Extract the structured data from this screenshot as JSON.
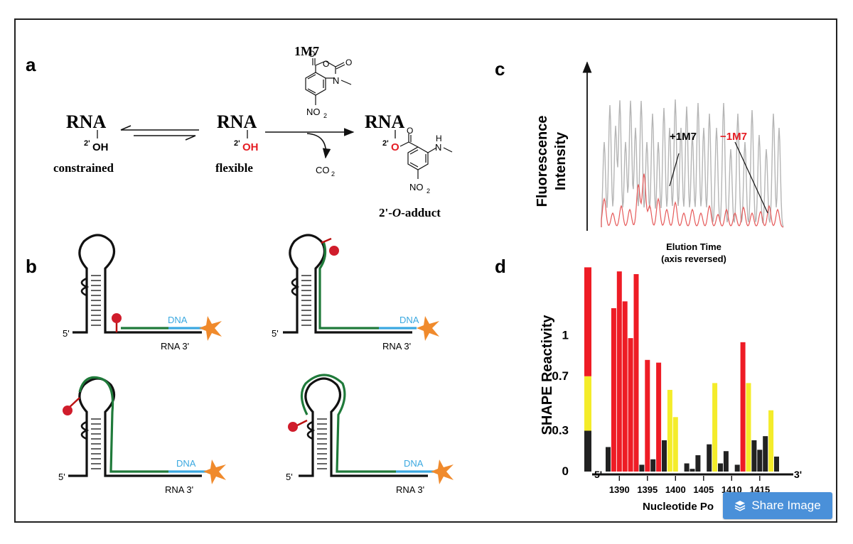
{
  "panels": {
    "a": {
      "label": "a",
      "reagent": "1M7",
      "rna": "RNA",
      "oh_super": "2'",
      "oh": "OH",
      "o_super": "2'",
      "o": "O",
      "constrained": "constrained",
      "flexible": "flexible",
      "co2": "CO",
      "co2_sub": "2",
      "no2": "NO",
      "no2_sub": "2",
      "nh": "N",
      "h": "H",
      "n_methyl": "N",
      "adduct_pre": "2'-",
      "adduct_italic": "O",
      "adduct_post": "-adduct"
    },
    "b": {
      "label": "b",
      "dna": "DNA",
      "five_prime": "5'",
      "rna_3": "RNA  3'"
    },
    "c": {
      "label": "c",
      "ylabel_line1": "Fluorescence",
      "ylabel_line2": "Intensity",
      "plus_label": "+1M7",
      "minus_label": "−1M7",
      "xlabel_line1": "Elution Time",
      "xlabel_line2": "(axis reversed)",
      "colors": {
        "plus": "#b5b5b5",
        "minus": "#e65a5a",
        "minus_text": "#e51c23"
      }
    },
    "d": {
      "label": "d",
      "ylabel": "SHAPE Reactivity",
      "xlabel": "Nucleotide Po",
      "five_prime": "5'",
      "three_prime": "3'"
    }
  },
  "chart_data": {
    "type": "bar",
    "title": "",
    "xlabel": "Nucleotide Po",
    "ylabel": "SHAPE Reactivity",
    "ylim": [
      0,
      1.45
    ],
    "yticks": [
      0,
      0.3,
      0.7,
      1
    ],
    "xtick_labels": [
      "1390",
      "1395",
      "1400",
      "1405",
      "1410",
      "1415"
    ],
    "legend_bar": {
      "segments": [
        [
          0,
          0.3,
          "black"
        ],
        [
          0.3,
          0.7,
          "yellow"
        ],
        [
          0.7,
          1.5,
          "red"
        ]
      ]
    },
    "categories": [
      1388,
      1389,
      1390,
      1391,
      1392,
      1393,
      1394,
      1395,
      1396,
      1397,
      1398,
      1399,
      1400,
      1401,
      1402,
      1403,
      1404,
      1405,
      1406,
      1407,
      1408,
      1409,
      1410,
      1411,
      1412,
      1413,
      1414,
      1415,
      1416,
      1417,
      1418,
      1419
    ],
    "values": [
      0.18,
      1.2,
      1.47,
      1.25,
      0.98,
      1.45,
      0.05,
      0.82,
      0.09,
      0.8,
      0.23,
      0.6,
      0.4,
      0.0,
      0.06,
      0.02,
      0.12,
      0.0,
      0.2,
      0.65,
      0.06,
      0.15,
      0.0,
      0.05,
      0.95,
      0.65,
      0.23,
      0.16,
      0.26,
      0.45,
      0.11,
      0.0
    ],
    "bar_colors": [
      "black",
      "red",
      "red",
      "red",
      "red",
      "red",
      "black",
      "red",
      "black",
      "red",
      "black",
      "yellow",
      "yellow",
      "none",
      "black",
      "black",
      "black",
      "none",
      "black",
      "yellow",
      "black",
      "black",
      "none",
      "black",
      "red",
      "yellow",
      "black",
      "black",
      "black",
      "yellow",
      "black",
      "none"
    ],
    "color_values": {
      "red": "#ee1c25",
      "yellow": "#f4ec2a",
      "black": "#222222"
    }
  }
}
